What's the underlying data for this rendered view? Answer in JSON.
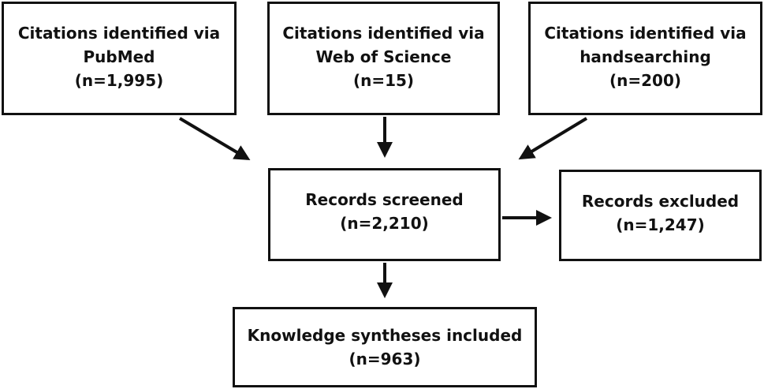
{
  "sources": {
    "pubmed": {
      "line1": "Citations identified via",
      "line2": "PubMed",
      "count": "(n=1,995)"
    },
    "wos": {
      "line1": "Citations identified via",
      "line2": "Web of Science",
      "count": "(n=15)"
    },
    "hand": {
      "line1": "Citations identified via",
      "line2": "handsearching",
      "count": "(n=200)"
    }
  },
  "screened": {
    "label": "Records screened",
    "count": "(n=2,210)"
  },
  "excluded": {
    "label": "Records excluded",
    "count": "(n=1,247)"
  },
  "included": {
    "label": "Knowledge syntheses included",
    "count": "(n=963)"
  },
  "colors": {
    "stroke": "#111111",
    "background": "#ffffff"
  }
}
